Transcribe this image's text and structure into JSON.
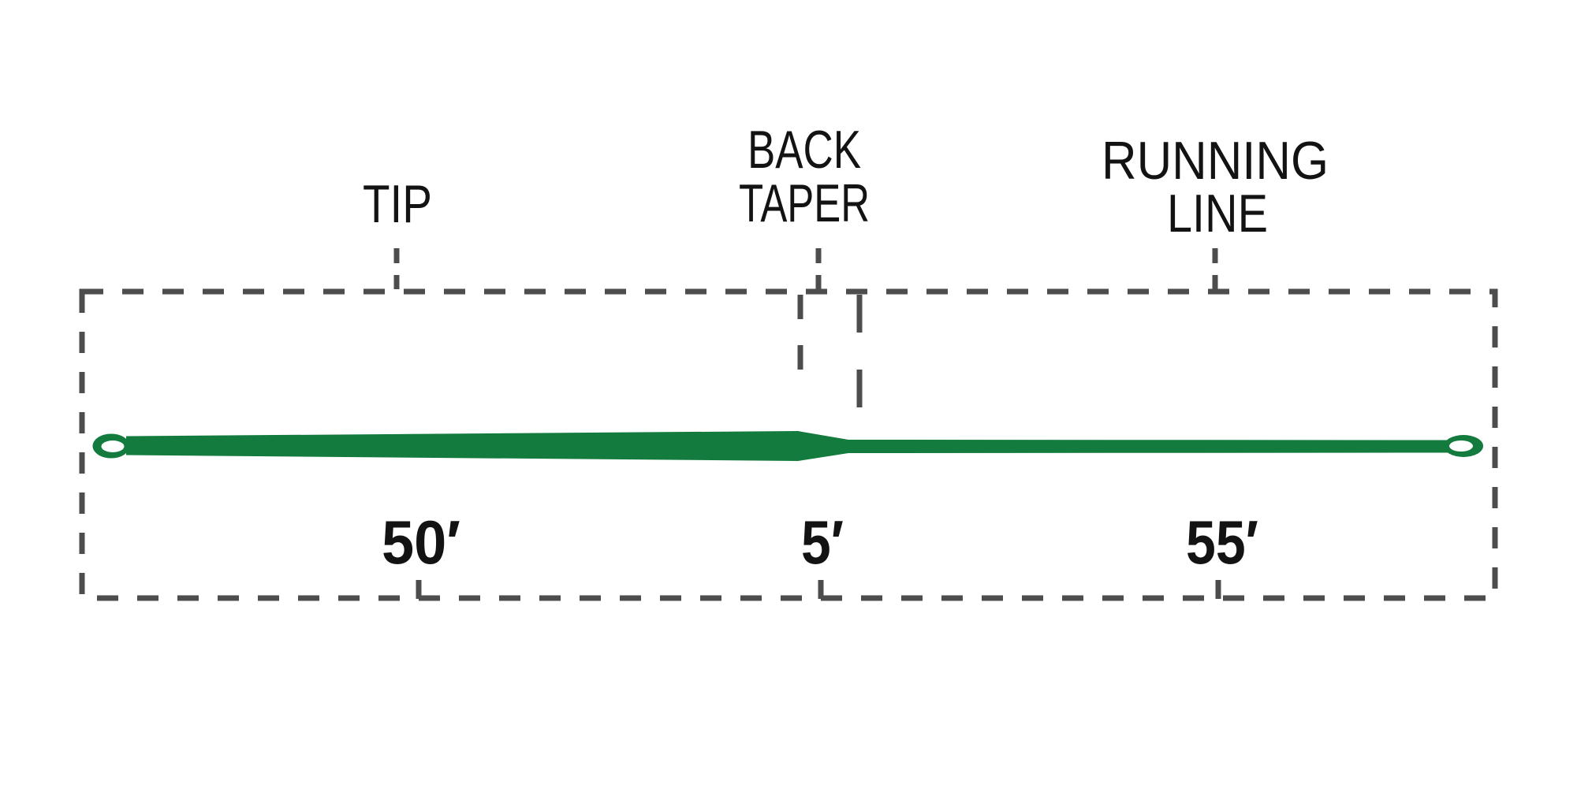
{
  "colors": {
    "line_green": "#127b3d",
    "dash_gray": "#4d4d4d",
    "text_black": "#131313",
    "background": "#ffffff"
  },
  "diagram": {
    "sections": [
      {
        "name": "TIP",
        "label_lines": [
          "TIP"
        ],
        "length": "50′"
      },
      {
        "name": "BACK TAPER",
        "label_lines": [
          "BACK",
          "TAPER"
        ],
        "length": "5′"
      },
      {
        "name": "RUNNING LINE",
        "label_lines": [
          "RUNNING",
          "LINE"
        ],
        "length": "55′"
      }
    ]
  }
}
